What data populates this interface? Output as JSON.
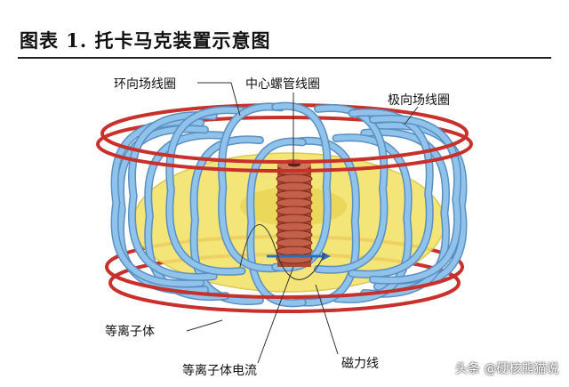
{
  "title": "图表 1. 托卡马克装置示意图",
  "labels": {
    "toroidal_coil": "环向场线圈",
    "central_solenoid": "中心螺管线圈",
    "poloidal_coil": "极向场线圈",
    "plasma": "等离子体",
    "plasma_current": "等离子体电流",
    "field_line": "磁力线"
  },
  "watermark": "头条 @硬核熊猫说",
  "colors": {
    "plasma": "#f3e36a",
    "coil": "#8fc3ec",
    "ring": "#c8302c",
    "solenoid": "#b8553a"
  }
}
